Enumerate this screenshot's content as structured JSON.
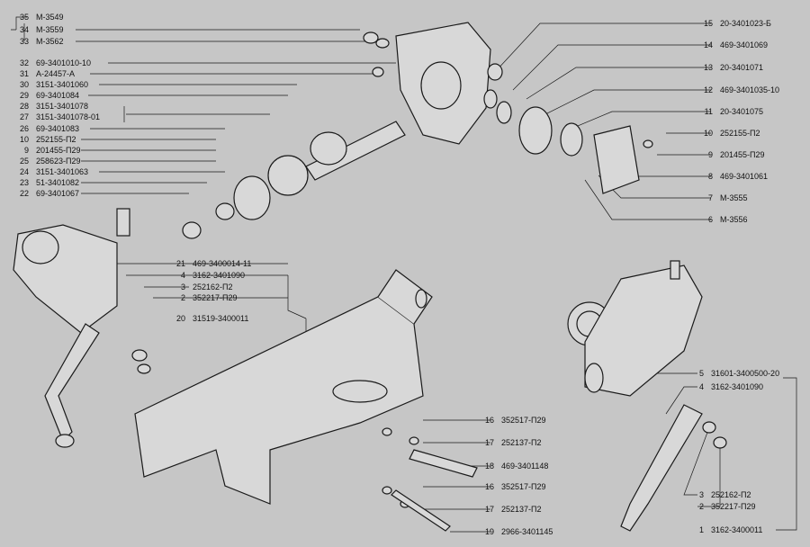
{
  "labels_left": [
    {
      "num": "35",
      "code": "М-3549"
    },
    {
      "num": "34",
      "code": "М-3559"
    },
    {
      "num": "33",
      "code": "М-3562"
    },
    {
      "num": "32",
      "code": "69-3401010-10"
    },
    {
      "num": "31",
      "code": "А-24457-А"
    },
    {
      "num": "30",
      "code": "3151-3401060"
    },
    {
      "num": "29",
      "code": "69-3401084"
    },
    {
      "num": "28",
      "code": "3151-3401078"
    },
    {
      "num": "27",
      "code": "3151-3401078-01"
    },
    {
      "num": "26",
      "code": "69-3401083"
    },
    {
      "num": "10",
      "code": "252155-П2"
    },
    {
      "num": "9",
      "code": "201455-П29"
    },
    {
      "num": "25",
      "code": "258623-П29"
    },
    {
      "num": "24",
      "code": "3151-3401063"
    },
    {
      "num": "23",
      "code": "51-3401082"
    },
    {
      "num": "22",
      "code": "69-3401067"
    }
  ],
  "labels_right_top": [
    {
      "num": "15",
      "code": "20-3401023-Б"
    },
    {
      "num": "14",
      "code": "469-3401069"
    },
    {
      "num": "13",
      "code": "20-3401071"
    },
    {
      "num": "12",
      "code": "469-3401035-10"
    },
    {
      "num": "11",
      "code": "20-3401075"
    },
    {
      "num": "10",
      "code": "252155-П2"
    },
    {
      "num": "9",
      "code": "201455-П29"
    },
    {
      "num": "8",
      "code": "469-3401061"
    },
    {
      "num": "7",
      "code": "М-3555"
    },
    {
      "num": "6",
      "code": "М-3556"
    }
  ],
  "labels_middle": [
    {
      "num": "21",
      "code": "469-3400014-11"
    },
    {
      "num": "4",
      "code": "3162-3401090"
    },
    {
      "num": "3",
      "code": "252162-П2"
    },
    {
      "num": "2",
      "code": "352217-П29"
    },
    {
      "num": "20",
      "code": "31519-3400011"
    }
  ],
  "labels_bottom": [
    {
      "num": "16",
      "code": "352517-П29"
    },
    {
      "num": "17",
      "code": "252137-П2"
    },
    {
      "num": "18",
      "code": "469-3401148"
    },
    {
      "num": "16",
      "code": "352517-П29"
    },
    {
      "num": "17",
      "code": "252137-П2"
    },
    {
      "num": "19",
      "code": "2966-3401145"
    }
  ],
  "labels_right_bottom": [
    {
      "num": "5",
      "code": "31601-3400500-20"
    },
    {
      "num": "4",
      "code": "3162-3401090"
    },
    {
      "num": "3",
      "code": "252162-П2"
    },
    {
      "num": "2",
      "code": "352217-П29"
    },
    {
      "num": "1",
      "code": "3162-3400011"
    }
  ]
}
